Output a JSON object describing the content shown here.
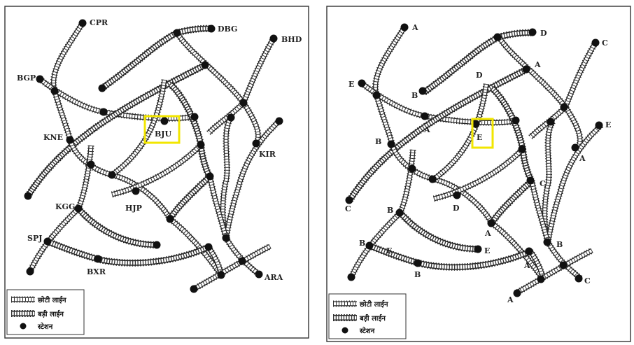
{
  "maps": [
    {
      "id": "named",
      "stations": {
        "CPR": "CPR",
        "DBG": "DBG",
        "BHD": "BHD",
        "BGP": "BGP",
        "KNE": "KNE",
        "BJU": "BJU",
        "KIR": "KIR",
        "KGG": "KGG",
        "HJP": "HJP",
        "SPJ": "SPJ",
        "BXR": "BXR",
        "ARA": "ARA"
      },
      "highlight": "BJU",
      "highlight_color": "#f2e600",
      "legend": {
        "narrow": "छोटी लाईन",
        "broad": "बड़ी लाईन",
        "station": "स्टेशन"
      }
    },
    {
      "id": "lettered",
      "letters": [
        "A",
        "D",
        "C",
        "E",
        "B",
        "D",
        "A",
        "A",
        "E",
        "B",
        "C",
        "A",
        "E",
        "B",
        "D",
        "C",
        "B",
        "A",
        "B",
        "B",
        "E",
        "C",
        "A",
        "E",
        "A"
      ],
      "highlight": "E",
      "highlight_color": "#f2e600",
      "legend": {
        "narrow": "छोटी लाईन",
        "broad": "बड़ी लाईन",
        "station": "स्टेशन"
      }
    }
  ]
}
